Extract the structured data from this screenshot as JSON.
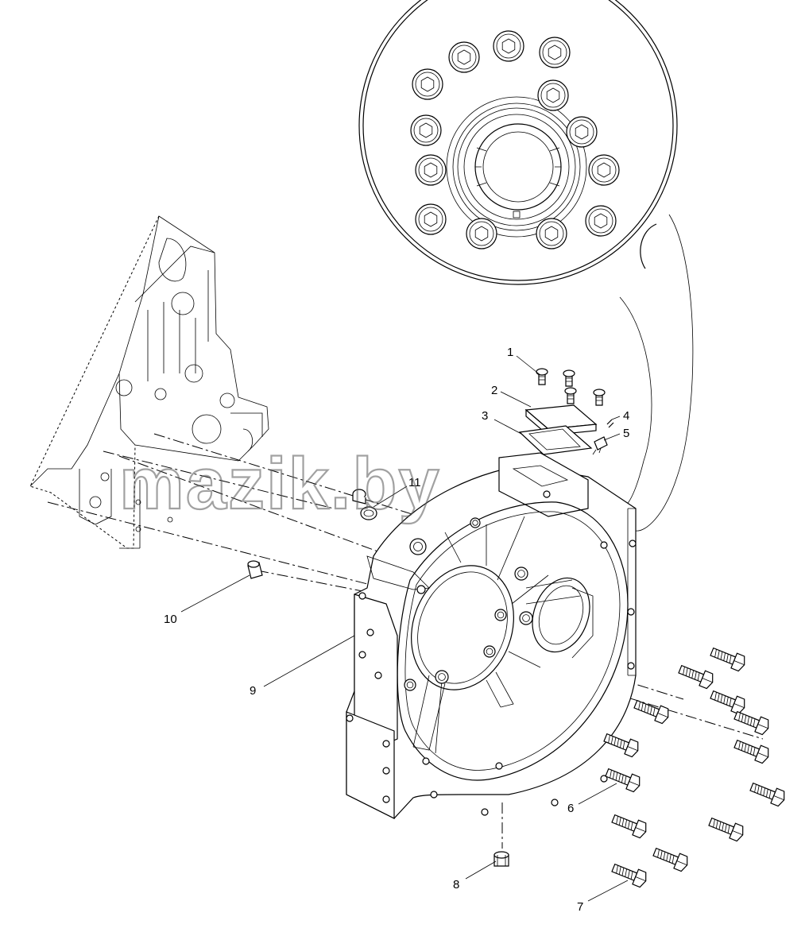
{
  "watermark": "mazik.by",
  "callouts": [
    {
      "id": "1",
      "label": "1"
    },
    {
      "id": "2",
      "label": "2"
    },
    {
      "id": "3",
      "label": "3"
    },
    {
      "id": "4",
      "label": "4"
    },
    {
      "id": "5",
      "label": "5"
    },
    {
      "id": "6",
      "label": "6"
    },
    {
      "id": "7",
      "label": "7"
    },
    {
      "id": "8",
      "label": "8"
    },
    {
      "id": "9",
      "label": "9"
    },
    {
      "id": "10",
      "label": "10"
    },
    {
      "id": "11",
      "label": "11"
    }
  ]
}
